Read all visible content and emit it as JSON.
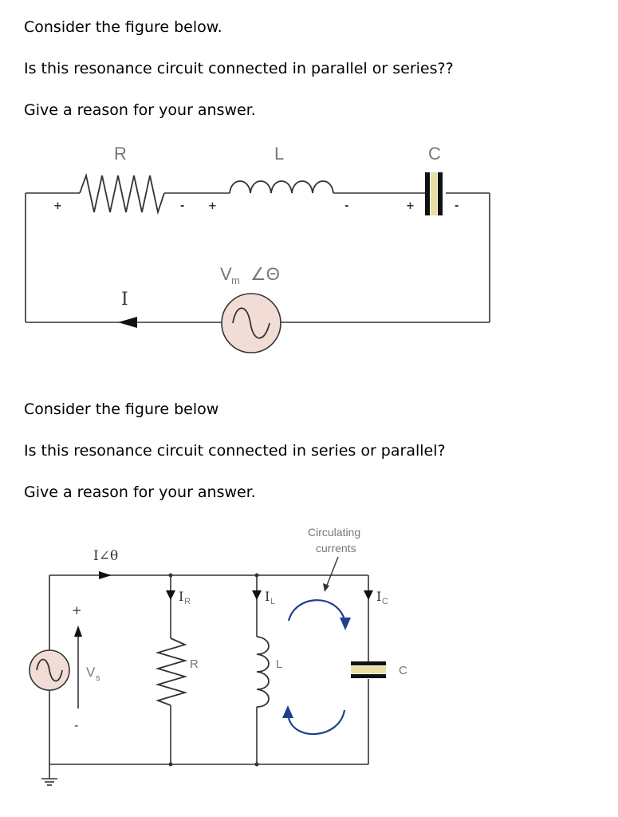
{
  "questions": {
    "q1_line1": "Consider the figure below.",
    "q1_line2": "Is this resonance circuit connected in parallel or series??",
    "q1_line3": "Give a reason for your answer.",
    "q2_line1": "Consider the figure below",
    "q2_line2": "Is this resonance circuit connected in series or parallel?",
    "q2_line3": "Give a reason for your answer."
  },
  "series_circuit": {
    "label_R": "R",
    "label_L": "L",
    "label_C": "C",
    "label_I": "I",
    "source_label": "V",
    "source_sub": "m",
    "source_angle": "∠Θ",
    "plus": "+",
    "minus": "-"
  },
  "parallel_circuit": {
    "current_total": "I∠θ",
    "circ_line1": "Circulating",
    "circ_line2": "currents",
    "IR": "I",
    "IR_sub": "R",
    "IL": "I",
    "IL_sub": "L",
    "IC": "I",
    "IC_sub": "C",
    "label_R": "R",
    "label_L": "L",
    "label_C": "C",
    "Vs": "V",
    "Vs_sub": "s",
    "plus": "+",
    "minus": "-"
  },
  "colors": {
    "wire": "#333333",
    "source_fill": "#f2ddd6",
    "arrow_blue": "#1f3f8f",
    "label_gray": "#777777"
  }
}
